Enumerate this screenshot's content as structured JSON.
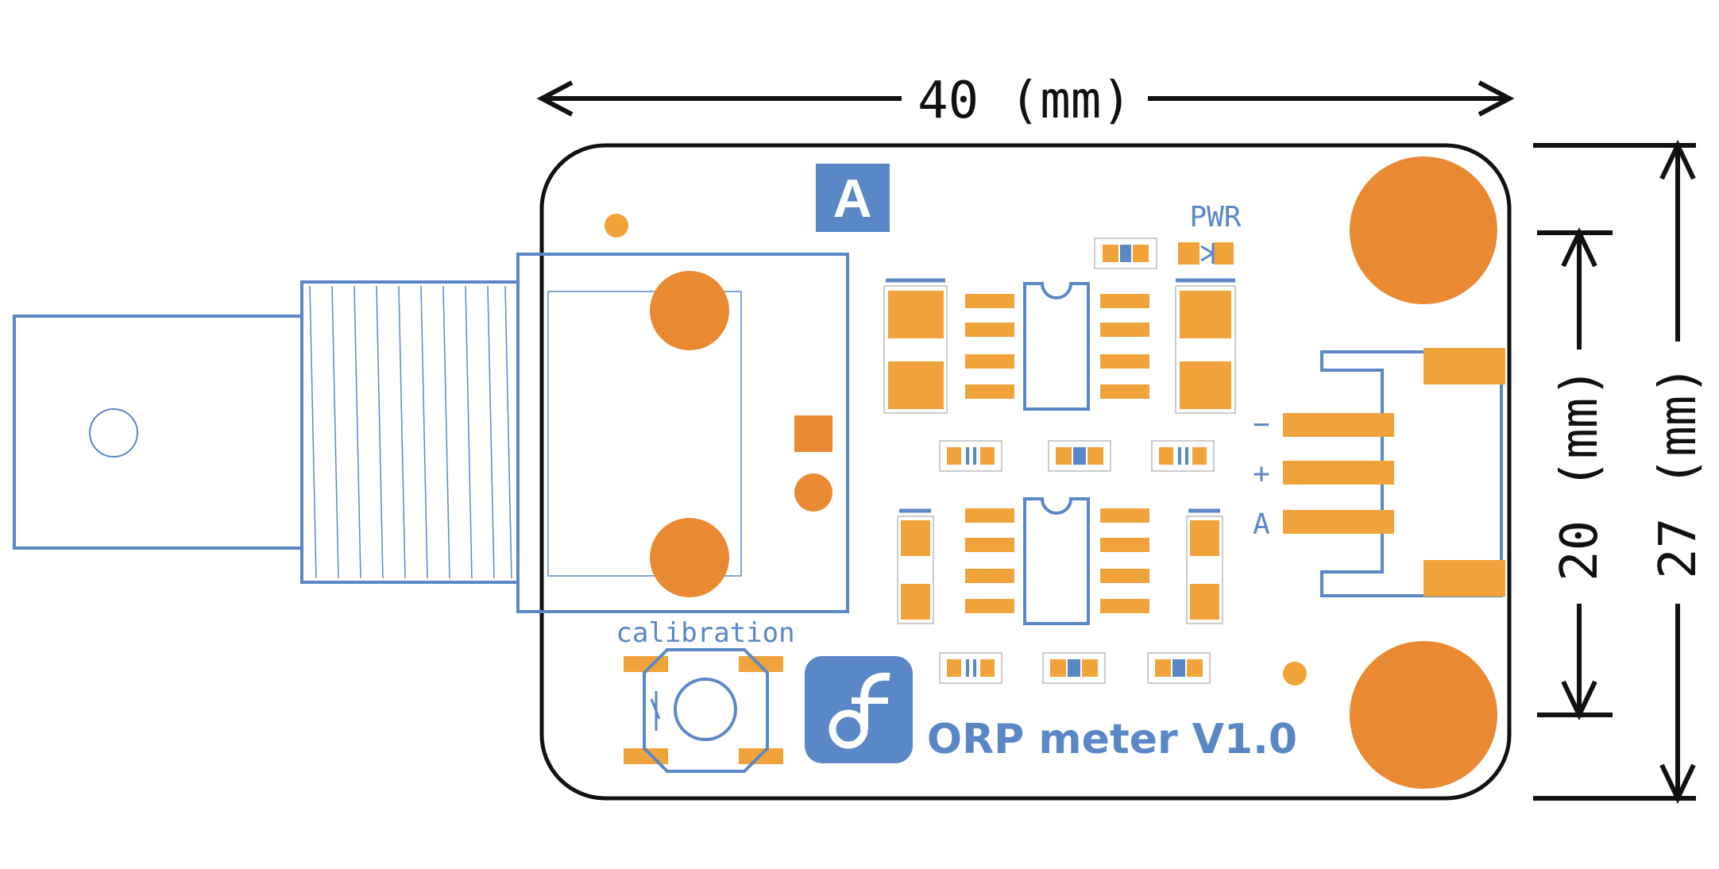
{
  "dimensions": {
    "width_label": "40 (mm)",
    "inner_height_label": "20 (mm)",
    "outer_height_label": "27 (mm)"
  },
  "board": {
    "title": "ORP meter V1.0",
    "channel_badge": "A",
    "pwr_label": "PWR",
    "button_label": "calibration",
    "logo_glyph": "f",
    "pins": [
      {
        "label": "−"
      },
      {
        "label": "+"
      },
      {
        "label": "A"
      }
    ]
  },
  "colors": {
    "outline": "#111111",
    "silkscreen": "#5a87c6",
    "pad": "#f0a33a",
    "mount_hole": "#e98a33",
    "badge": "#5a87c6"
  },
  "icons": {
    "logo": "dfrobot-logo-icon",
    "bnc": "bnc-connector-icon",
    "button": "tactile-button-icon"
  }
}
